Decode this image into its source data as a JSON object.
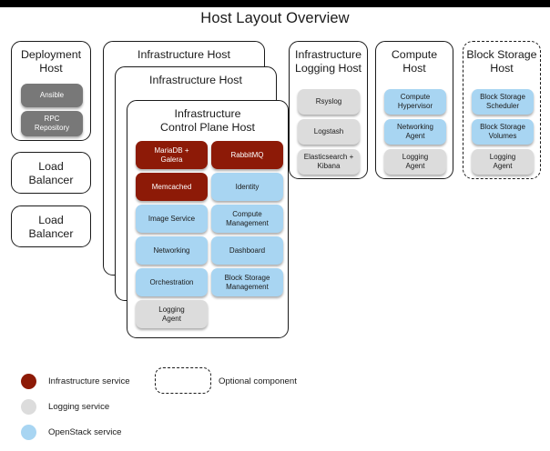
{
  "title": "Host Layout Overview",
  "colors": {
    "infrastructure_service": "#8d1a07",
    "logging_service": "#dcdcdc",
    "openstack_service": "#a8d5f2",
    "deployment_service": "#787878",
    "border": "#1a1a1a",
    "background": "#ffffff",
    "top_bar": "#000000"
  },
  "hosts": {
    "deployment": {
      "title": "Deployment\nHost",
      "services": [
        {
          "label": "Ansible",
          "kind": "deploy"
        },
        {
          "label": "RPC\nRepository",
          "kind": "deploy"
        }
      ]
    },
    "load_balancer_1": {
      "title": "Load\nBalancer",
      "services": []
    },
    "load_balancer_2": {
      "title": "Load\nBalancer",
      "services": []
    },
    "infrastructure_host_back": {
      "title": "Infrastructure Host",
      "services": []
    },
    "infrastructure_host_mid": {
      "title": "Infrastructure Host",
      "services": []
    },
    "infrastructure_control_plane": {
      "title": "Infrastructure\nControl Plane Host",
      "services": [
        {
          "label": "MariaDB +\nGalera",
          "kind": "infra"
        },
        {
          "label": "RabbitMQ",
          "kind": "infra"
        },
        {
          "label": "Memcached",
          "kind": "infra"
        },
        {
          "label": "Identity",
          "kind": "openstack"
        },
        {
          "label": "Image Service",
          "kind": "openstack"
        },
        {
          "label": "Compute\nManagement",
          "kind": "openstack"
        },
        {
          "label": "Networking",
          "kind": "openstack"
        },
        {
          "label": "Dashboard",
          "kind": "openstack"
        },
        {
          "label": "Orchestration",
          "kind": "openstack"
        },
        {
          "label": "Block Storage\nManagement",
          "kind": "openstack"
        },
        {
          "label": "Logging\nAgent",
          "kind": "logging"
        }
      ]
    },
    "infrastructure_logging": {
      "title": "Infrastructure\nLogging Host",
      "services": [
        {
          "label": "Rsyslog",
          "kind": "logging"
        },
        {
          "label": "Logstash",
          "kind": "logging"
        },
        {
          "label": "Elasticsearch +\nKibana",
          "kind": "logging"
        }
      ]
    },
    "compute": {
      "title": "Compute\nHost",
      "services": [
        {
          "label": "Compute\nHypervisor",
          "kind": "openstack"
        },
        {
          "label": "Networking\nAgent",
          "kind": "openstack"
        },
        {
          "label": "Logging\nAgent",
          "kind": "logging"
        }
      ]
    },
    "block_storage": {
      "title": "Block Storage\nHost",
      "optional": true,
      "services": [
        {
          "label": "Block Storage\nScheduler",
          "kind": "openstack"
        },
        {
          "label": "Block Storage\nVolumes",
          "kind": "openstack"
        },
        {
          "label": "Logging\nAgent",
          "kind": "logging"
        }
      ]
    }
  },
  "legend": {
    "items": [
      {
        "label": "Infrastructure service",
        "kind": "infra"
      },
      {
        "label": "Logging service",
        "kind": "logging"
      },
      {
        "label": "OpenStack service",
        "kind": "openstack"
      }
    ],
    "optional_label": "Optional component"
  }
}
